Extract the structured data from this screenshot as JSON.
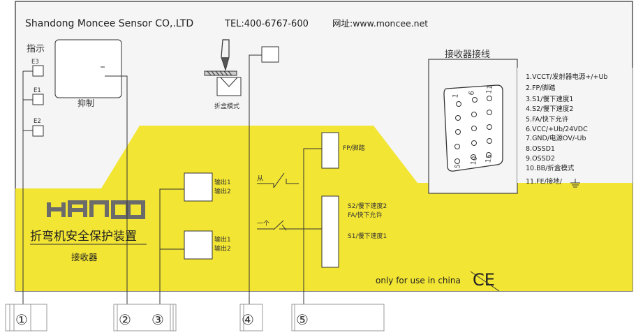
{
  "header": {
    "company": "Shandong Moncee Sensor CO,.LTD",
    "tel": "TEL:400-6767-600",
    "website": "网址:www.moncee.net"
  },
  "indicator": {
    "title": "指示",
    "leds": [
      "E3",
      "E1",
      "E2"
    ],
    "display_label": "抑制"
  },
  "box_mode": {
    "label": "折盒模式"
  },
  "receiver_wiring": {
    "title": "接收器接线",
    "pins": [
      "1.VCCT/发射器电源+/+Ub",
      "2.FP/脚踏",
      "3.S1/慢下速度1",
      "4.S2/慢下速度2",
      "5.FA/快下允许",
      "6.VCC/+Ub/24VDC",
      "7.GND/电源OV/-Ub",
      "8.OSSD1",
      "9.OSSD2",
      "10.BB/折盒模式",
      "11.FE/接地/"
    ],
    "connector_numbers": [
      "1",
      "6",
      "11",
      "5",
      "10",
      "15"
    ]
  },
  "brand": {
    "logo": "HANOO",
    "product": "折弯机安全保护装置",
    "subtitle": "接收器"
  },
  "outputs": {
    "box1": [
      "输出1",
      "输出2"
    ],
    "box2": [
      "输出1",
      "输出2"
    ]
  },
  "switches": {
    "from_label": "从",
    "single_label": "一个"
  },
  "terminals": {
    "fp": "FP/脚踏",
    "s2": "S2/慢下速度2",
    "fa": "FA/快下允许",
    "s1": "S1/慢下速度1"
  },
  "footer": {
    "note": "only for use in china",
    "ce": "CE"
  },
  "callouts": [
    "①",
    "②",
    "③",
    "④",
    "⑤"
  ],
  "colors": {
    "yellow": "#F3E533",
    "panel": "#F5F5F5",
    "line": "#333333"
  }
}
